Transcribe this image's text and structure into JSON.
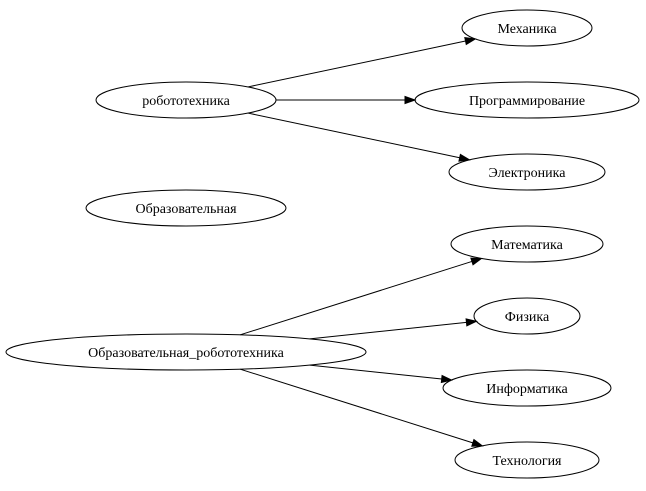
{
  "graph": {
    "nodes": [
      {
        "id": "robo",
        "label": "робототехника"
      },
      {
        "id": "mech",
        "label": "Механика"
      },
      {
        "id": "prog",
        "label": "Программирование"
      },
      {
        "id": "elec",
        "label": "Электроника"
      },
      {
        "id": "obr",
        "label": "Образовательная"
      },
      {
        "id": "math",
        "label": "Математика"
      },
      {
        "id": "phys",
        "label": "Физика"
      },
      {
        "id": "inf",
        "label": "Информатика"
      },
      {
        "id": "tech",
        "label": "Технология"
      },
      {
        "id": "obrrobo",
        "label": "Образовательная_робототехника"
      }
    ],
    "edges": [
      {
        "from": "robo",
        "to": "mech"
      },
      {
        "from": "robo",
        "to": "prog"
      },
      {
        "from": "robo",
        "to": "elec"
      },
      {
        "from": "obrrobo",
        "to": "math"
      },
      {
        "from": "obrrobo",
        "to": "phys"
      },
      {
        "from": "obrrobo",
        "to": "inf"
      },
      {
        "from": "obrrobo",
        "to": "tech"
      }
    ]
  }
}
